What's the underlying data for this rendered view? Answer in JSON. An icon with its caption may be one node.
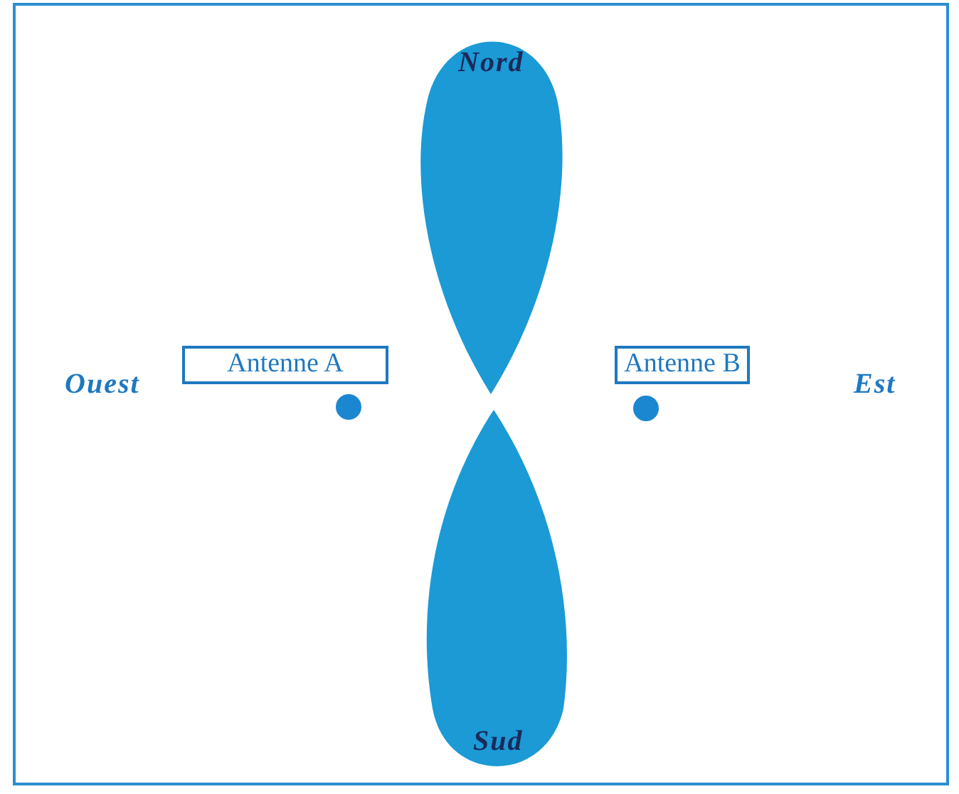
{
  "diagram": {
    "nodes": [
      {
        "text": [
          "Antenne A"
        ]
      },
      {
        "text": [
          "Antenne B"
        ]
      }
    ],
    "labels": [
      "Nord",
      "Ouest",
      "Est",
      "Sud"
    ]
  }
}
